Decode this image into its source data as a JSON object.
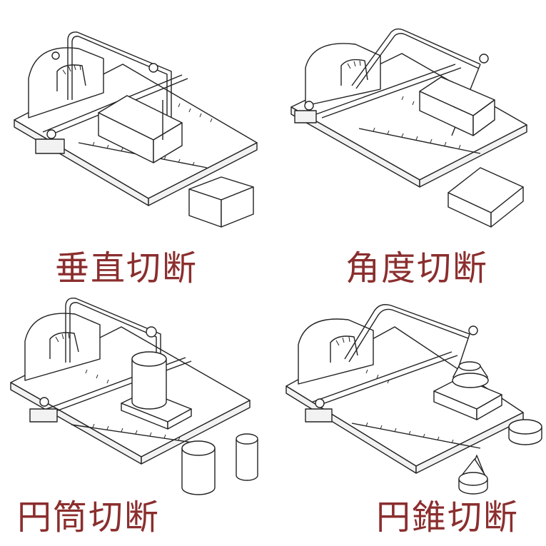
{
  "captions": {
    "vertical": "垂直切断",
    "angle": "角度切断",
    "cylinder": "円筒切断",
    "cone": "円錐切断"
  },
  "colors": {
    "caption": "#8b2e2e",
    "line": "#222222",
    "background": "#ffffff"
  }
}
